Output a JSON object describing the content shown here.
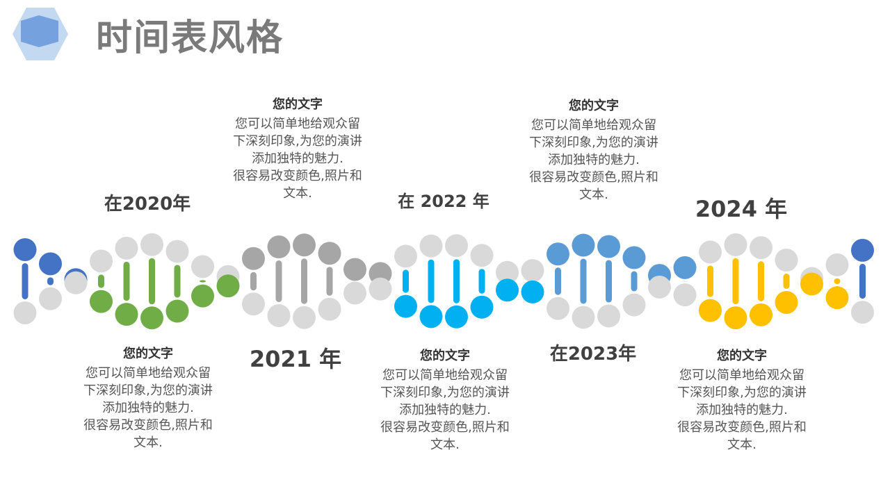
{
  "title": "时间表风格",
  "colors": {
    "title": "#7a7a7a",
    "logo_back": "#b8d1ee",
    "logo_front": "#5b8fd8",
    "inactive_node": "#d9d9d9",
    "segment_colors": [
      "#4472c4",
      "#70ad47",
      "#a6a6a6",
      "#00b0f0",
      "#5b9bd5",
      "#ffc000",
      "#4472c4"
    ]
  },
  "milestones": [
    {
      "year_label": "在2020年",
      "block_title": "您的文字",
      "block_text": "您可以简单地给观众留\n下深刻印象,为您的演讲\n添加独特的魅力.\n很容易改变颜色,照片和\n文本.",
      "block_position": "below",
      "color": "#70ad47"
    },
    {
      "year_label": "2021 年",
      "block_title": "您的文字",
      "block_text": "您可以简单地给观众留\n下深刻印象,为您的演讲\n添加独特的魅力.\n很容易改变颜色,照片和\n文本.",
      "block_position": "above",
      "color": "#a6a6a6"
    },
    {
      "year_label": "在 2022 年",
      "block_title": "您的文字",
      "block_text": "您可以简单地给观众留\n下深刻印象,为您的演讲\n添加独特的魅力.\n很容易改变颜色,照片和\n文本.",
      "block_position": "below",
      "color": "#00b0f0"
    },
    {
      "year_label": "在2023年",
      "block_title": "您的文字",
      "block_text": "您可以简单地给观众留\n下深刻印象,为您的演讲\n添加独特的魅力.\n很容易改变颜色,照片和\n文本.",
      "block_position": "above",
      "color": "#5b9bd5"
    },
    {
      "year_label": "2024 年",
      "block_title": "您的文字",
      "block_text": "您可以简单地给观众留\n下深刻印象,为您的演讲\n添加独特的魅力.\n很容易改变颜色,照片和\n文本.",
      "block_position": "below",
      "color": "#ffc000"
    }
  ]
}
